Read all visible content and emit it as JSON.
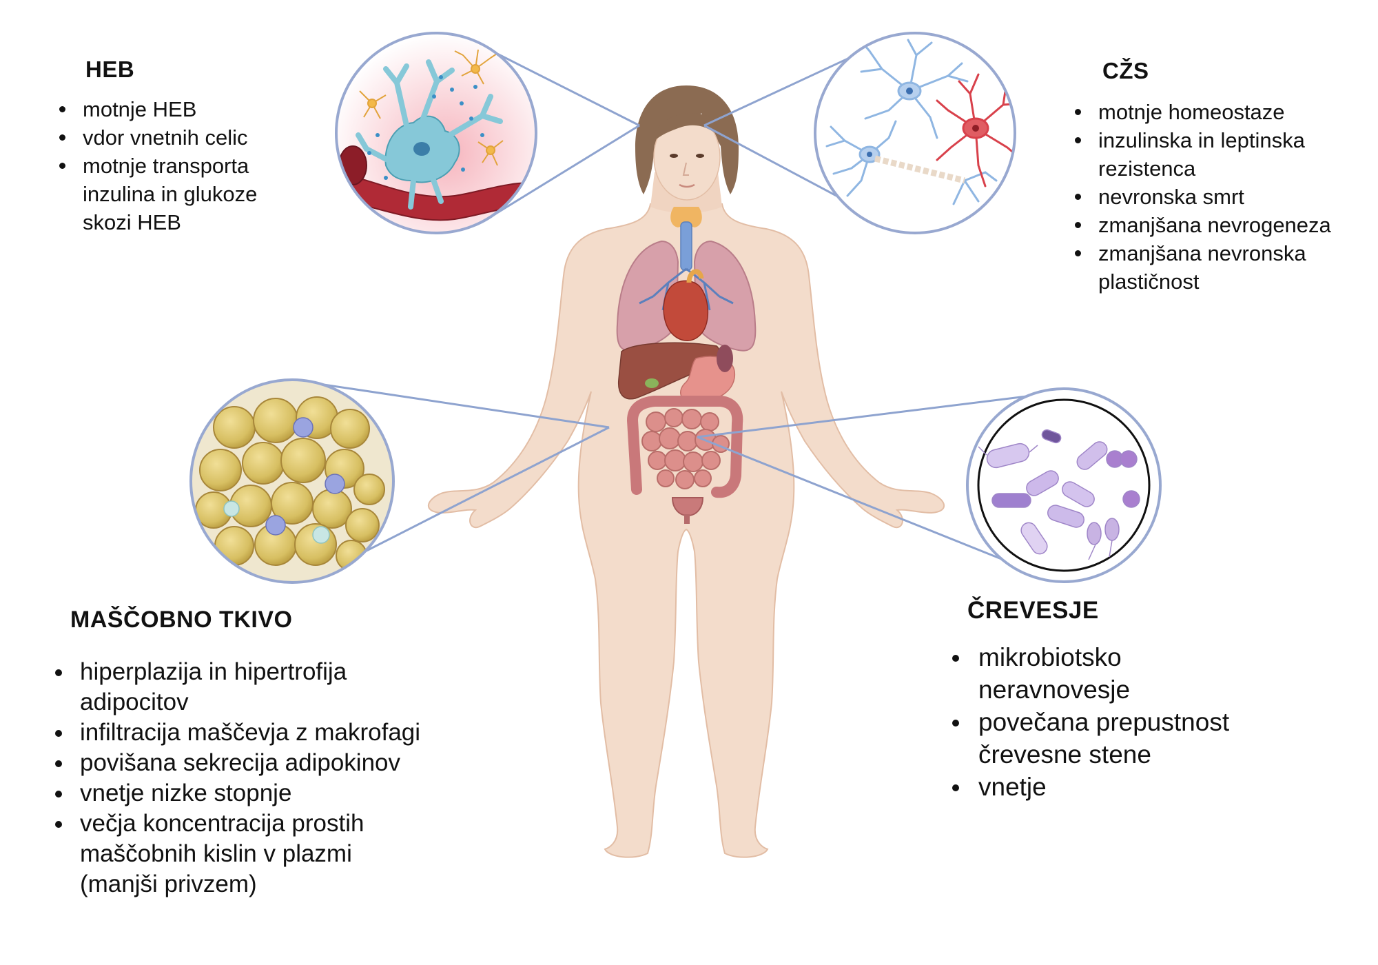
{
  "colors": {
    "skin": "#f3dccb",
    "skin_outline": "#e2bda5",
    "hair": "#8b6b52",
    "callout_line": "#8ea3cf",
    "circle_border": "#98a8d0",
    "blood_vessel": "#b02a36",
    "neuron_blue": "#7fb0de",
    "neuron_red": "#d8414b",
    "adipocyte": "#d9c36a",
    "bacteria": "#c5b0e4",
    "intestine": "#dc8f8b",
    "lung": "#d7a0aa",
    "liver": "#9a4f42"
  },
  "panels": {
    "heb": {
      "title": "HEB",
      "items": [
        "motnje HEB",
        "vdor vnetnih celic",
        "motnje transporta inzulina in glukoze skozi HEB"
      ],
      "icon": "blood-brain-barrier-icon"
    },
    "czs": {
      "title": "CŽS",
      "items": [
        "motnje homeostaze",
        "inzulinska in leptinska rezistenca",
        "nevronska smrt",
        "zmanjšana nevrogeneza",
        "zmanjšana nevronska plastičnost"
      ],
      "icon": "neurons-icon"
    },
    "fat": {
      "title": "MAŠČOBNO TKIVO",
      "items": [
        "hiperplazija in hipertrofija adipocitov",
        "infiltracija maščevja z makrofagi",
        "povišana sekrecija adipokinov",
        "vnetje nizke stopnje",
        "večja koncentracija prostih maščobnih kislin v plazmi (manjši privzem)"
      ],
      "icon": "adipocytes-icon"
    },
    "gut": {
      "title": "ČREVESJE",
      "items": [
        "mikrobiotsko neravnovesje",
        "povečana prepustnost črevesne stene",
        "vnetje"
      ],
      "icon": "gut-bacteria-icon"
    }
  }
}
